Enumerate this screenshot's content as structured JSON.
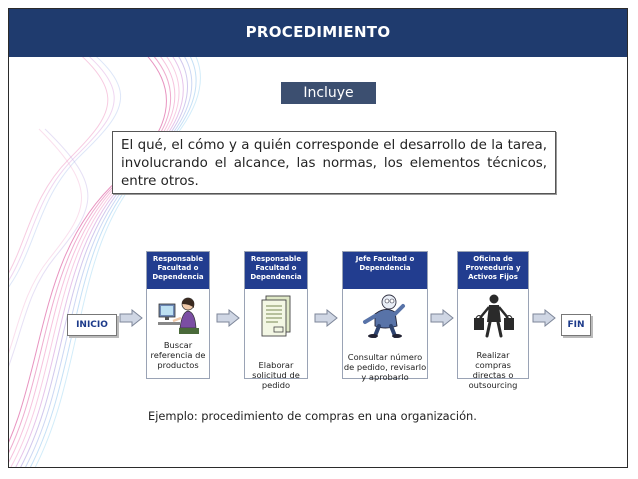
{
  "header": {
    "title": "PROCEDIMIENTO"
  },
  "incluye_label": "Incluye",
  "description": "El qué, el cómo y a quién corresponde el desarrollo de la tarea, involucrando el alcance, las normas, los elementos técnicos, entre otros.",
  "flow": {
    "start_label": "INICIO",
    "end_label": "FIN",
    "steps": [
      {
        "role": "Responsable Facultad o Dependencia",
        "action": "Buscar referencia de productos",
        "icon": "person-at-computer-icon"
      },
      {
        "role": "Responsable Facultad o Dependencia",
        "action": "Elaborar solicitud de pedido",
        "icon": "document-icon"
      },
      {
        "role": "Jefe Facultad o Dependencia",
        "action": "Consultar número de pedido, revisarlo y aprobarlo",
        "icon": "cartoon-figure-icon"
      },
      {
        "role": "Oficina de Proveeduría y Activos Fijos",
        "action": "Realizar compras directas o outsourcing",
        "icon": "shopper-icon"
      }
    ]
  },
  "caption": "Ejemplo: procedimiento de compras en una organización.",
  "colors": {
    "header": "#1f3b6e",
    "step_header": "#223d8f",
    "incluye": "#3c4f70"
  }
}
